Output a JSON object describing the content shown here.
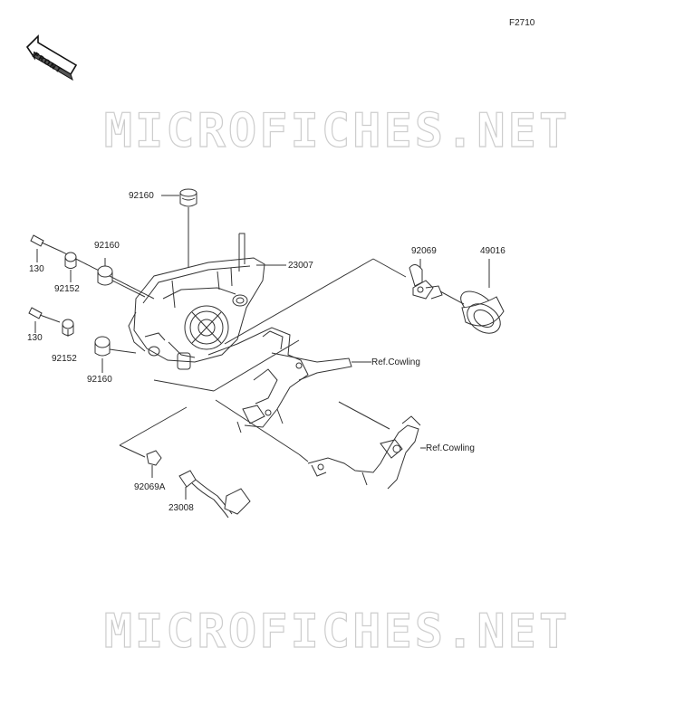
{
  "figure_code": "F2710",
  "front_badge": "FRONT",
  "watermark": "MICROFICHES.NET",
  "colors": {
    "line": "#333333",
    "watermark_stroke": "#c8c8c8"
  },
  "parts": {
    "p92160_top": "92160",
    "p23007": "23007",
    "p92069": "92069",
    "p49016": "49016",
    "p130_a": "130",
    "p92152_a": "92152",
    "p92160_a": "92160",
    "p130_b": "130",
    "p92152_b": "92152",
    "p92160_b": "92160",
    "ref_cowling_a": "Ref.Cowling",
    "ref_cowling_b": "Ref.Cowling",
    "p92069A": "92069A",
    "p23008": "23008"
  }
}
